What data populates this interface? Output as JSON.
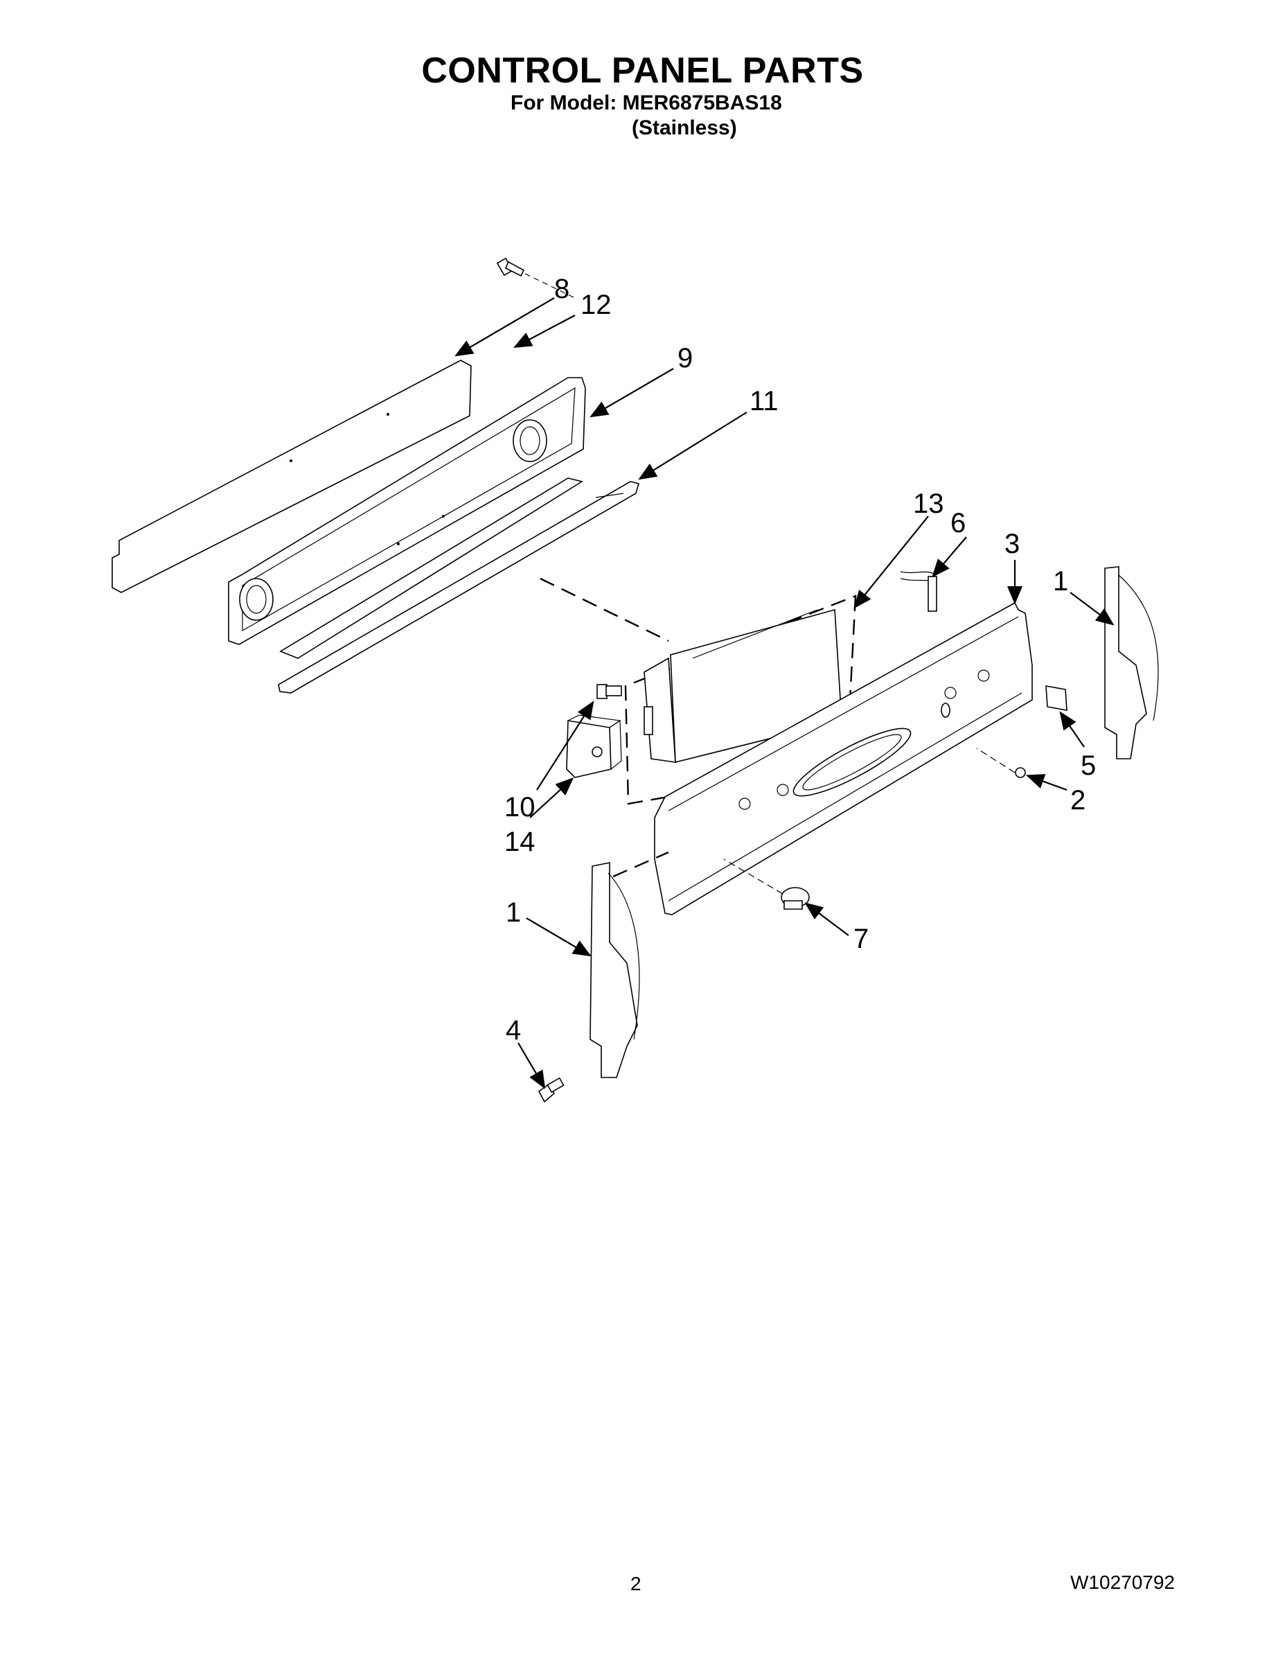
{
  "header": {
    "title": "CONTROL PANEL PARTS",
    "model_line": "For Model: MER6875BAS18",
    "finish_line": "(Stainless)"
  },
  "callouts": {
    "c8": "8",
    "c12": "12",
    "c9": "9",
    "c11": "11",
    "c13": "13",
    "c6": "6",
    "c3": "3",
    "c1a": "1",
    "c5": "5",
    "c2": "2",
    "c10": "10",
    "c14": "14",
    "c1b": "1",
    "c7": "7",
    "c4": "4"
  },
  "footer": {
    "page_number": "2",
    "document_code": "W10270792"
  }
}
